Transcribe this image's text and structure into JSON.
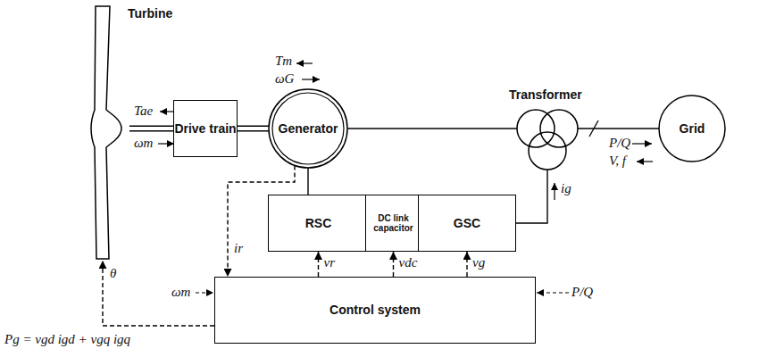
{
  "diagram": {
    "nodes": [
      {
        "text": [
          "Turbine"
        ]
      },
      {
        "text": [
          "Drive train"
        ]
      },
      {
        "text": [
          "Generator"
        ]
      },
      {
        "text": [
          "Transformer"
        ]
      },
      {
        "text": [
          "Grid"
        ]
      },
      {
        "text": [
          "RSC"
        ]
      },
      {
        "text": [
          "DC link capacitor"
        ]
      },
      {
        "text": [
          "GSC"
        ]
      },
      {
        "text": [
          "Control system"
        ]
      }
    ],
    "edges": [
      {
        "from": 0,
        "to": 1,
        "arrow": "none"
      },
      {
        "from": 1,
        "to": 2,
        "arrow": "none"
      },
      {
        "from": 2,
        "to": 3,
        "arrow": "none"
      },
      {
        "from": 3,
        "to": 4,
        "arrow": "none"
      },
      {
        "from": 2,
        "to": 5,
        "arrow": "none"
      },
      {
        "from": 7,
        "to": 3,
        "arrow": "none"
      },
      {
        "from": 8,
        "to": 0,
        "arrow": "to",
        "label": "θ"
      },
      {
        "from": 8,
        "to": 5,
        "arrow": "to",
        "label": "vr"
      },
      {
        "from": 8,
        "to": 6,
        "arrow": "to",
        "label": "vdc"
      },
      {
        "from": 8,
        "to": 7,
        "arrow": "to",
        "label": "vg"
      },
      {
        "from": 2,
        "to": 8,
        "arrow": "to",
        "label": "ir"
      }
    ],
    "labels": [
      "Tm",
      "ωG",
      "Tae",
      "ωm",
      "P/Q",
      "V, f",
      "ig",
      "ωm",
      "P/Q",
      "Pg = vgd igd + vgq igq"
    ]
  }
}
